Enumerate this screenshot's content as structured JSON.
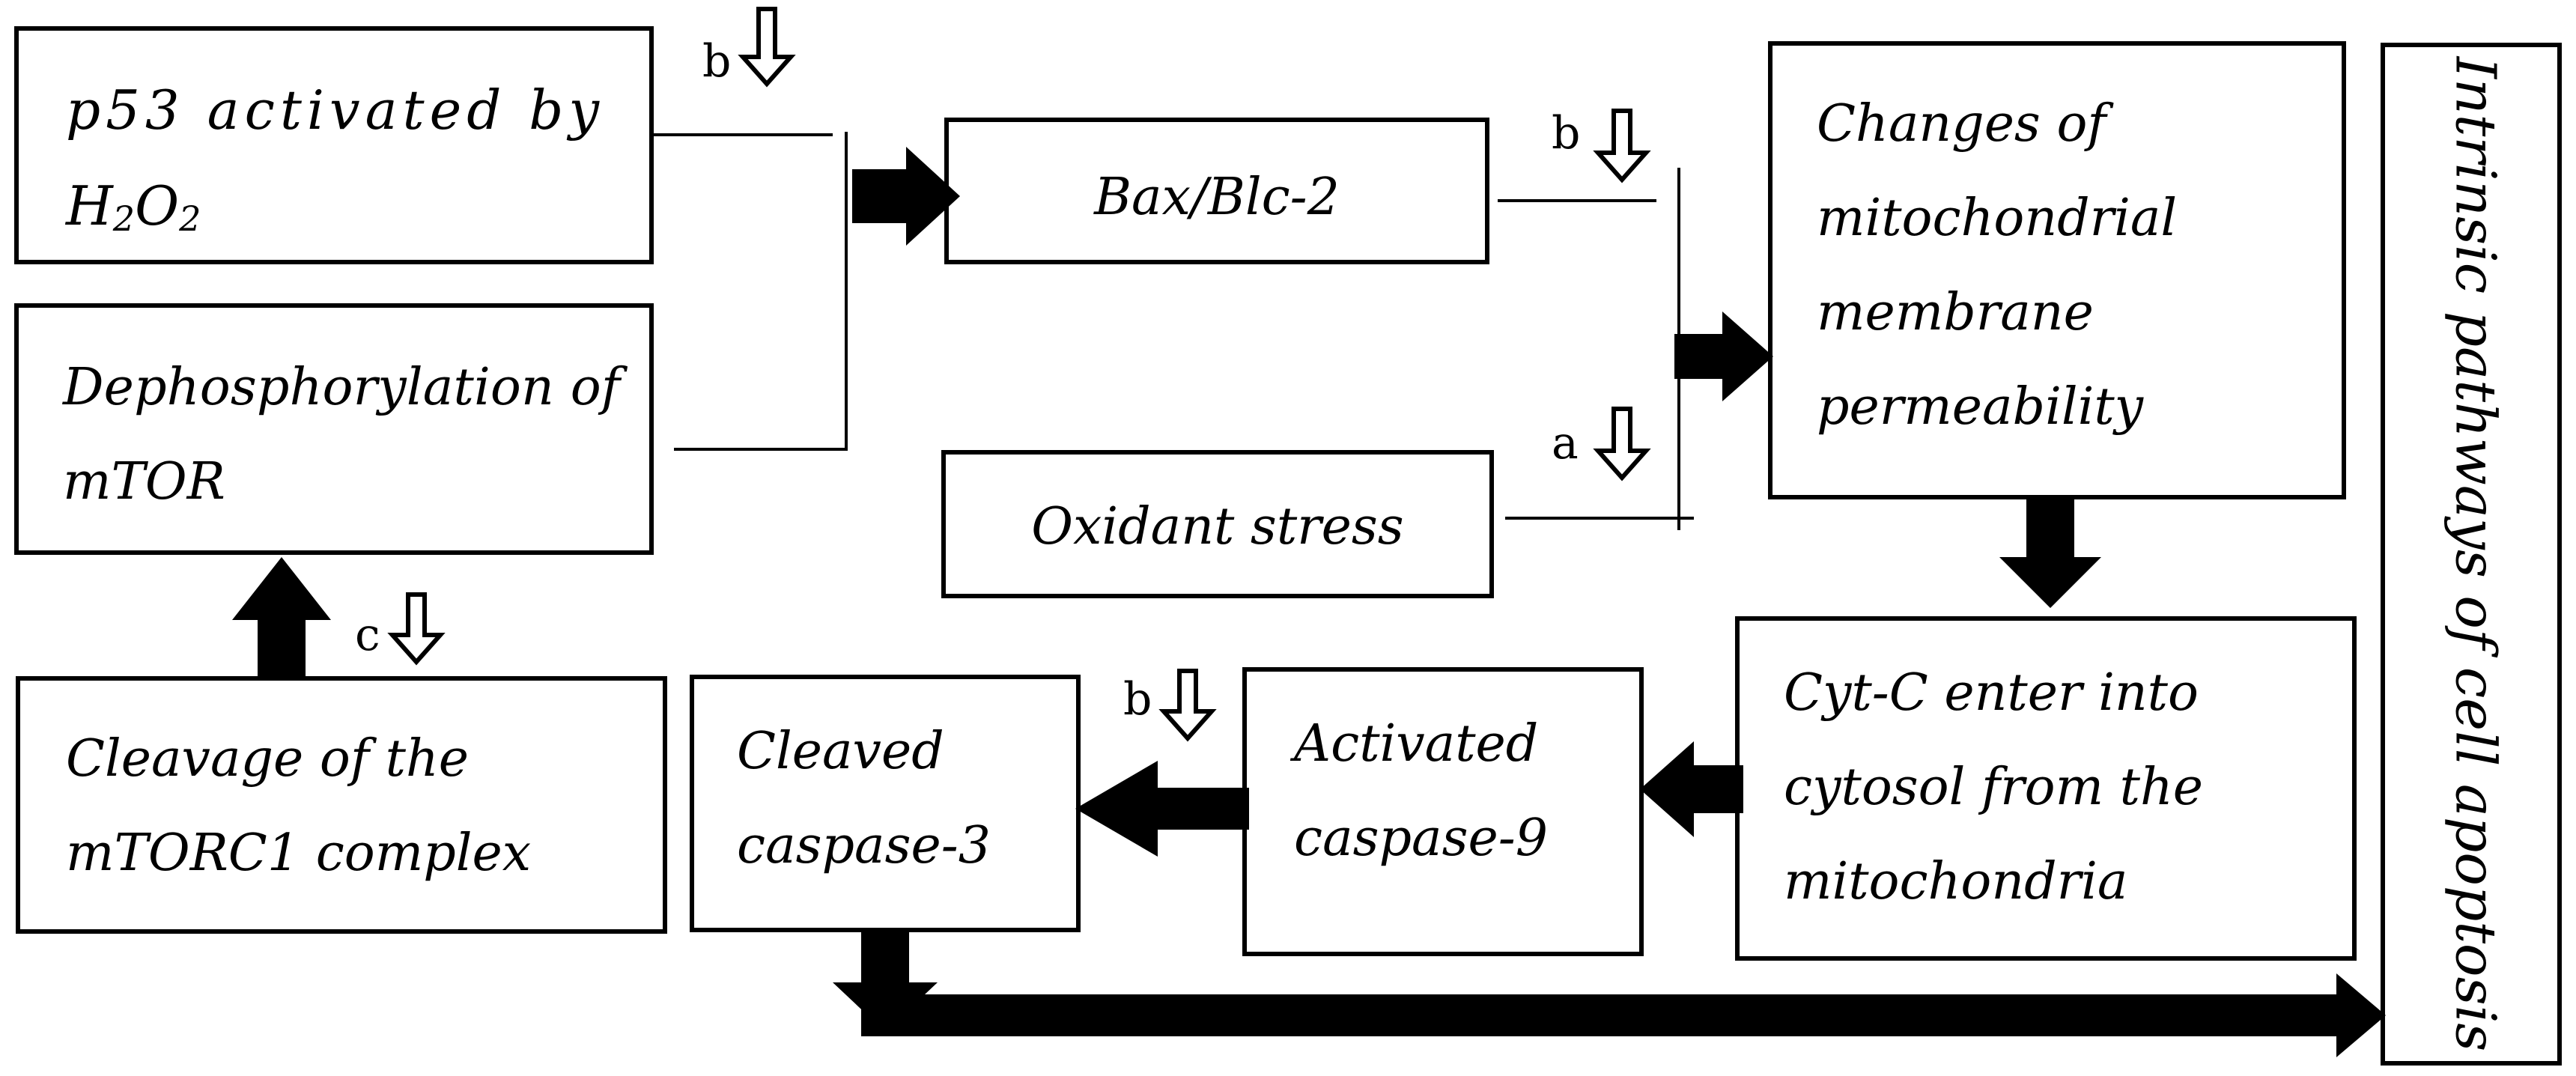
{
  "boxes": {
    "p53": {
      "line1": "p53 activated by",
      "line2_main": "H",
      "line2_sub1": "2",
      "line2_mid": "O",
      "line2_sub2": "2"
    },
    "mtor": {
      "line1": "Dephosphorylation of",
      "line2": "mTOR"
    },
    "bax": {
      "label": "Bax/Blc-2"
    },
    "oxidant": {
      "label": "Oxidant stress"
    },
    "mito": {
      "lines": [
        "Changes of",
        "mitochondrial",
        "membrane",
        "permeability"
      ]
    },
    "cytc": {
      "lines": [
        "Cyt-C enter into",
        "cytosol from the",
        "mitochondria"
      ]
    },
    "casp9": {
      "lines": [
        "Activated",
        "caspase-9"
      ]
    },
    "casp3": {
      "lines": [
        "Cleaved",
        "caspase-3"
      ]
    },
    "mtorc1": {
      "lines": [
        "Cleavage of the",
        "mTORC1 complex"
      ]
    },
    "intrinsic": {
      "label": "Intrinsic pathways of cell apoptosis"
    }
  },
  "markers": {
    "p53_bax": "b",
    "bax_mito": "b",
    "oxidant_mito": "a",
    "mtorc1_mtor": "c",
    "casp9_casp3": "b"
  },
  "colors": {
    "stroke": "#000000",
    "background": "#ffffff"
  }
}
